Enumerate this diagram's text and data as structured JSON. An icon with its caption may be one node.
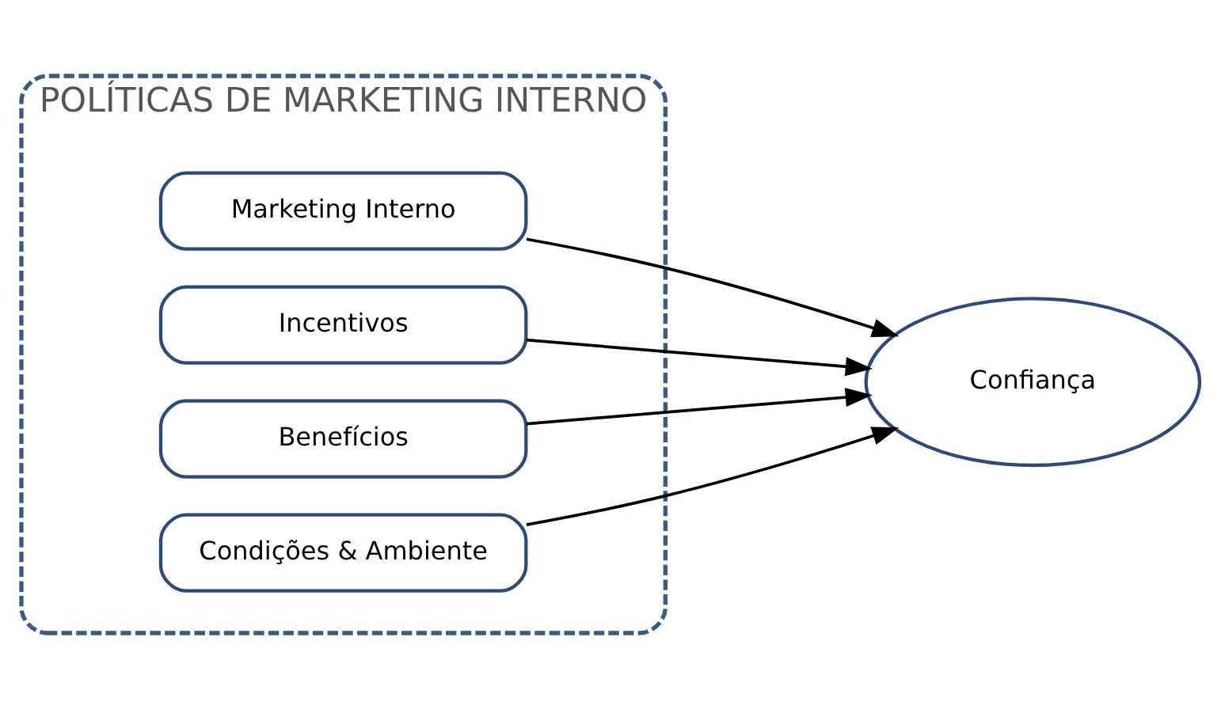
{
  "diagram": {
    "nodes": [
      {
        "text": [
          "POLÍTICAS DE MARKETING INTERNO"
        ]
      },
      {
        "text": [
          "Marketing Interno"
        ],
        "in": 0
      },
      {
        "text": [
          "Incentivos"
        ],
        "in": 0
      },
      {
        "text": [
          "Benefícios"
        ],
        "in": 0
      },
      {
        "text": [
          "Condições & Ambiente"
        ],
        "in": 0
      },
      {
        "text": [
          "Confiança"
        ]
      }
    ],
    "edges": [
      {
        "from": 1,
        "to": 5,
        "arrow": "to"
      },
      {
        "from": 2,
        "to": 5,
        "arrow": "to"
      },
      {
        "from": 3,
        "to": 5,
        "arrow": "to"
      },
      {
        "from": 4,
        "to": 5,
        "arrow": "to"
      }
    ]
  }
}
